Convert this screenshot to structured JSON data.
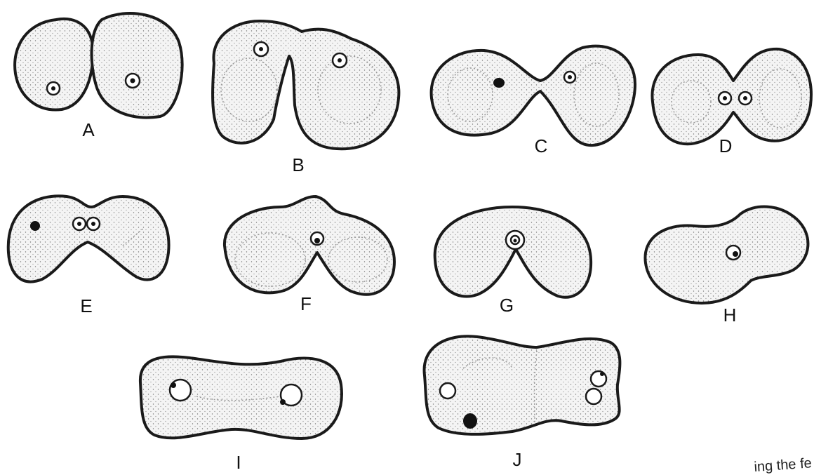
{
  "figure": {
    "panels": [
      {
        "id": "A",
        "label": "A"
      },
      {
        "id": "B",
        "label": "B"
      },
      {
        "id": "C",
        "label": "C"
      },
      {
        "id": "D",
        "label": "D"
      },
      {
        "id": "E",
        "label": "E"
      },
      {
        "id": "F",
        "label": "F"
      },
      {
        "id": "G",
        "label": "G"
      },
      {
        "id": "H",
        "label": "H"
      },
      {
        "id": "I",
        "label": "I"
      },
      {
        "id": "J",
        "label": "J"
      }
    ],
    "caption_fragment": "ing the fe"
  },
  "colors": {
    "outline": "#1a1a1a",
    "stipple_dot": "#7a7a7a",
    "background": "#ffffff"
  }
}
